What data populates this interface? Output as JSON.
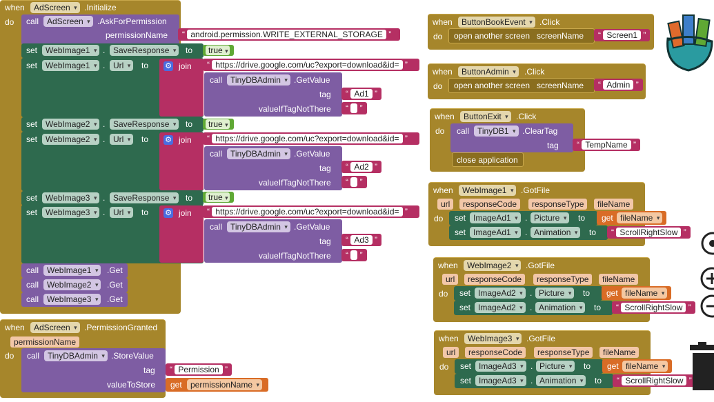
{
  "kw": {
    "when": "when",
    "do": "do",
    "call": "call",
    "set": "set",
    "to": "to",
    "join": "join",
    "get": "get",
    "dot": ".",
    "true": "true",
    "tag": "tag",
    "valueIfTagNotThere": "valueIfTagNotThere",
    "valueToStore": "valueToStore",
    "permissionName": "permissionName",
    "open_screen": "open another screen",
    "screenName": "screenName",
    "close_app": "close application"
  },
  "comp": {
    "AdScreen": "AdScreen",
    "WebImage1": "WebImage1",
    "WebImage2": "WebImage2",
    "WebImage3": "WebImage3",
    "TinyDBAdmin": "TinyDBAdmin",
    "TinyDB1": "TinyDB1",
    "ImageAd1": "ImageAd1",
    "ImageAd2": "ImageAd2",
    "ImageAd3": "ImageAd3",
    "ButtonBookEvent": "ButtonBookEvent",
    "ButtonAdmin": "ButtonAdmin",
    "ButtonExit": "ButtonExit"
  },
  "evt": {
    "Initialize": ".Initialize",
    "PermissionGranted": ".PermissionGranted",
    "Click": ".Click",
    "GotFile": ".GotFile"
  },
  "meth": {
    "AskForPermission": ".AskForPermission",
    "SaveResponse": "SaveResponse",
    "Url": "Url",
    "GetValue": ".GetValue",
    "Get": ".Get",
    "StoreValue": ".StoreValue",
    "ClearTag": ".ClearTag",
    "Picture": "Picture",
    "Animation": "Animation"
  },
  "params": {
    "url": "url",
    "responseCode": "responseCode",
    "responseType": "responseType",
    "fileName": "fileName",
    "permissionName": "permissionName"
  },
  "strings": {
    "perm": "android.permission.WRITE_EXTERNAL_STORAGE",
    "url": "https://drive.google.com/uc?export=download&id=",
    "ad1": "Ad1",
    "ad2": "Ad2",
    "ad3": "Ad3",
    "empty": " ",
    "permission": "Permission",
    "screen1": "Screen1",
    "admin": "Admin",
    "temp": "TempName",
    "scroll": "ScrollRightSlow"
  },
  "colors": {
    "event": "#a6862b",
    "procedure": "#7e5da3",
    "setter": "#2e6a4e",
    "text": "#b52f63",
    "logic": "#5fa834",
    "variable": "#d96c26"
  },
  "icons": [
    "trash-icon",
    "zoom-in-icon",
    "zoom-out-icon",
    "center-icon",
    "backpack-icon"
  ]
}
